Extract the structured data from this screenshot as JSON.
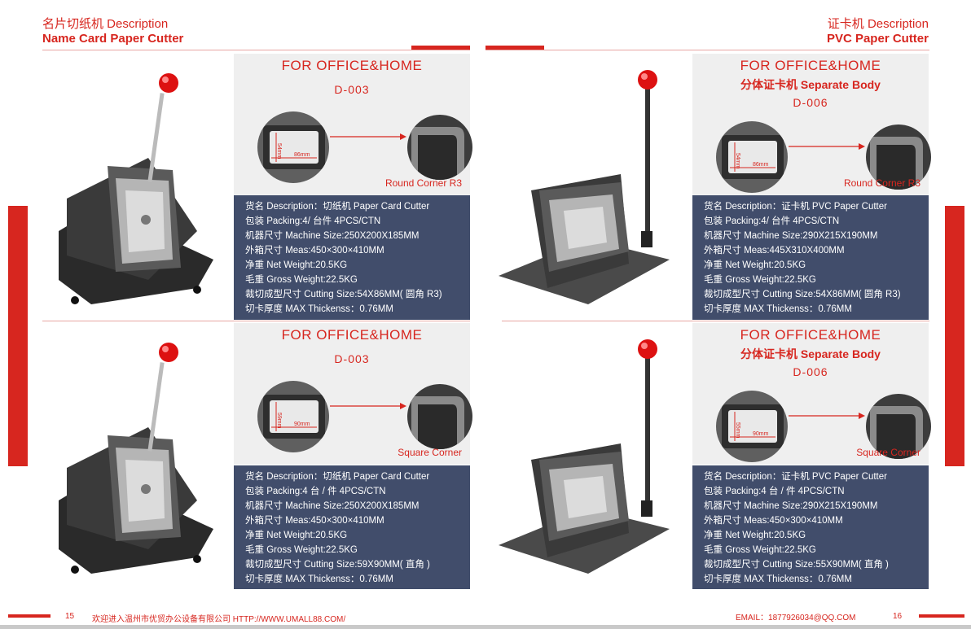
{
  "left_header": {
    "cn": "名片切纸机  Description",
    "en": "Name Card Paper Cutter"
  },
  "right_header": {
    "cn": "证卡机  Description",
    "en": "PVC Paper Cutter"
  },
  "products": [
    {
      "title": "FOR OFFICE&HOME",
      "subtitle": "",
      "model": "D-003",
      "corner": "Round Corner R3",
      "dim_w": "86mm",
      "dim_h": "54mm",
      "specs": [
        "货名 Description：切纸机 Paper Card Cutter",
        "包装 Packing:4/ 台件 4PCS/CTN",
        "机器尺寸 Machine Size:250X200X185MM",
        "外箱尺寸 Meas:450×300×410MM",
        "净重 Net Weight:20.5KG",
        "毛重 Gross Weight:22.5KG",
        "裁切成型尺寸 Cutting Size:54X86MM( 圆角 R3)",
        "切卡厚度 MAX Thickenss：0.76MM"
      ]
    },
    {
      "title": "FOR OFFICE&HOME",
      "subtitle": "分体证卡机 Separate Body",
      "model": "D-006",
      "corner": "Round Corner R3",
      "dim_w": "86mm",
      "dim_h": "54mm",
      "specs": [
        "货名 Description：证卡机 PVC Paper Cutter",
        "包装 Packing:4/ 台件 4PCS/CTN",
        "机器尺寸 Machine Size:290X215X190MM",
        "外箱尺寸 Meas:445X310X400MM",
        "净重 Net Weight:20.5KG",
        "毛重 Gross Weight:22.5KG",
        "裁切成型尺寸 Cutting Size:54X86MM( 圆角 R3)",
        "切卡厚度 MAX Thickenss：0.76MM"
      ]
    },
    {
      "title": "FOR OFFICE&HOME",
      "subtitle": "",
      "model": "D-003",
      "corner": "Square Corner",
      "dim_w": "90mm",
      "dim_h": "59mm",
      "specs": [
        "货名 Description：切纸机 Paper Card Cutter",
        "包装 Packing:4 台 / 件 4PCS/CTN",
        "机器尺寸 Machine Size:250X200X185MM",
        "外箱尺寸 Meas:450×300×410MM",
        "净重 Net Weight:20.5KG",
        "毛重 Gross Weight:22.5KG",
        "裁切成型尺寸 Cutting Size:59X90MM( 直角 )",
        "切卡厚度 MAX Thickenss：0.76MM"
      ]
    },
    {
      "title": "FOR OFFICE&HOME",
      "subtitle": "分体证卡机 Separate Body",
      "model": "D-006",
      "corner": "Square Corner",
      "dim_w": "90mm",
      "dim_h": "55mm",
      "specs": [
        "货名 Description：证卡机 PVC Paper Cutter",
        "包装 Packing:4 台 / 件 4PCS/CTN",
        "机器尺寸 Machine Size:290X215X190MM",
        "外箱尺寸 Meas:450×300×410MM",
        "净重 Net Weight:20.5KG",
        "毛重 Gross Weight:22.5KG",
        "裁切成型尺寸 Cutting Size:55X90MM( 直角 )",
        "切卡厚度 MAX Thickenss：0.76MM"
      ]
    }
  ],
  "footer": {
    "page_left": "15",
    "site_text": "欢迎进入温州市优贸办公设备有限公司 HTTP://WWW.UMALL88.COM/",
    "email": "EMAIL：1877926034@QQ.COM",
    "page_right": "16"
  },
  "colors": {
    "accent": "#d7261f",
    "info_bg": "#414d6b",
    "panel_bg": "#efefef"
  }
}
